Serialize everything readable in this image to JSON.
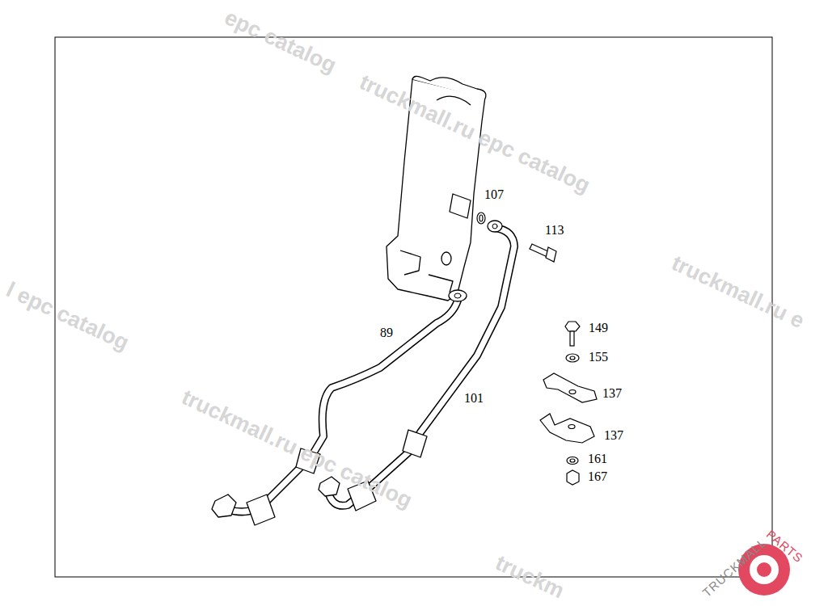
{
  "diagram": {
    "labels": [
      "epc catalog",
      "truckmall.ru epc catalog",
      "107",
      "113",
      "truckmall.ru e",
      "l epc catalog",
      "149",
      "89",
      "155",
      "137",
      "101",
      "truckmall.ru epc catalog",
      "137",
      "161",
      "167",
      "truckm",
      "TRUCKMALL",
      "PARTS"
    ]
  }
}
